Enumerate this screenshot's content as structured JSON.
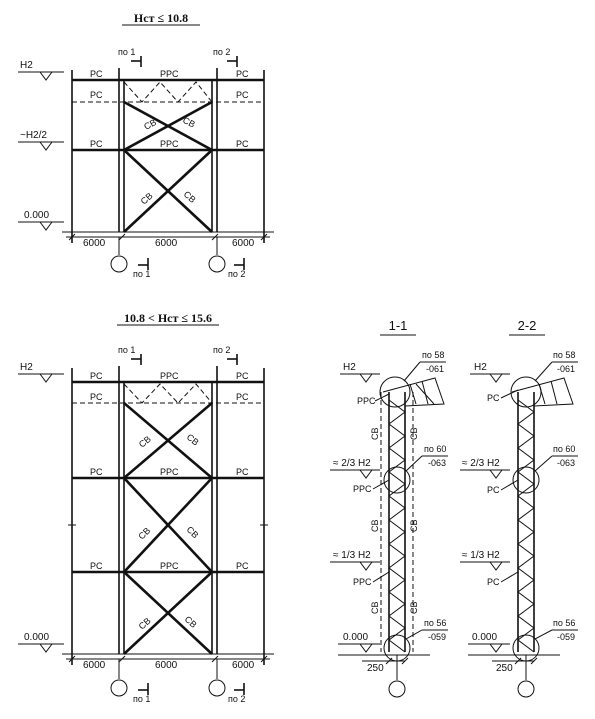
{
  "title_top": "Hст ≤ 10.8",
  "title_bottom": "10.8 < Hст ≤ 15.6",
  "section_1": "1-1",
  "section_2": "2-2",
  "labels": {
    "H2": "H2",
    "H2_half": "~H2/2",
    "H2_two_thirds": "≈ 2/3 H2",
    "H2_one_third": "≈ 1/3 H2",
    "zero": "0.000",
    "rs": "PC",
    "rrs": "PPC",
    "sv": "CB",
    "span_side": "6000",
    "span_mid": "6000",
    "cut_1": "по 1",
    "cut_2": "по 2",
    "width_250": "250",
    "ref_58": "по 58",
    "ref_61": "-061",
    "ref_60": "по 60",
    "ref_63": "-063",
    "ref_56": "по 56",
    "ref_59": "-059"
  }
}
